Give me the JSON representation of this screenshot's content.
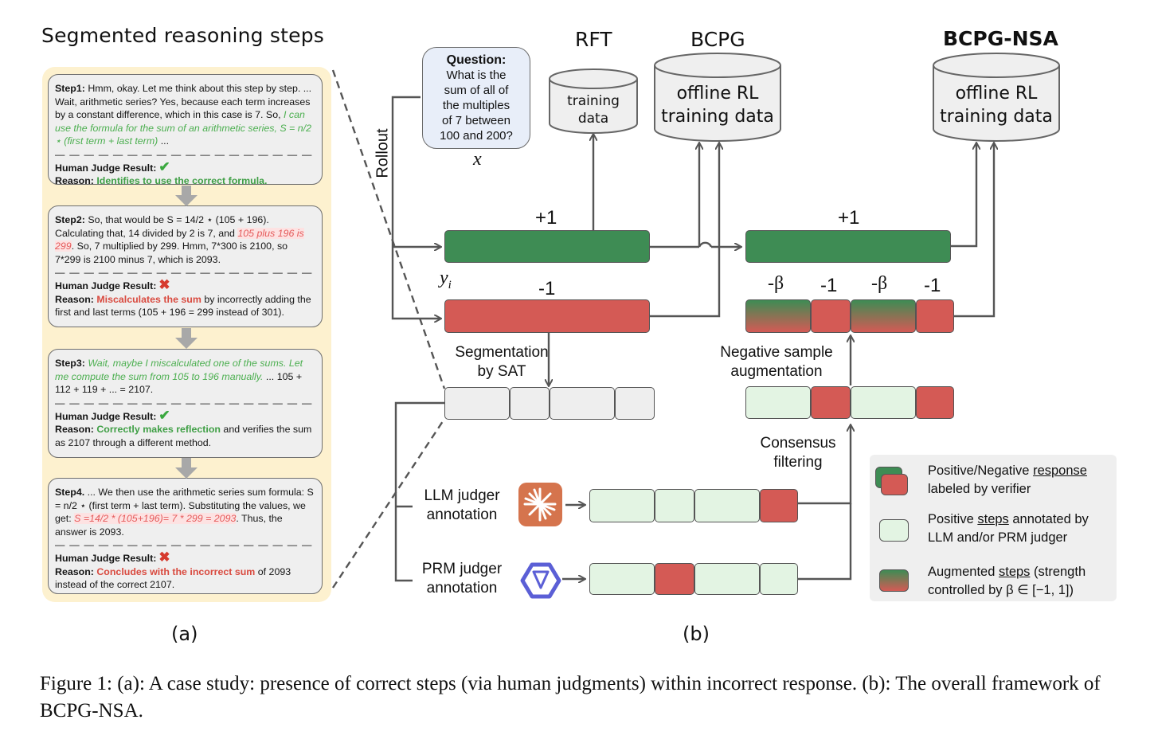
{
  "panel_a": {
    "title": "Segmented reasoning steps",
    "label": "(a)",
    "steps": [
      {
        "name": "Step1:",
        "text_before": " Hmm, okay. Let me think about this step by step. ... Wait, arithmetic series? Yes, because each term increases by a constant difference, which in this case is 7. So, ",
        "highlight": "I can use the formula for the sum of an arithmetic series, S = n/2 ⋆ (first term + last term)",
        "text_after": " ...",
        "dashes": "— — — — — — — — — — — — — — — — — — — — —",
        "judge_label": "Human Judge Result:",
        "judge_mark": "✔",
        "reason_label": "Reason:",
        "reason_highlight": "Identifies to use the correct formula.",
        "reason_rest": ""
      },
      {
        "name": "Step2:",
        "text_before": " So, that would be S = 14/2 ⋆ (105 + 196). Calculating that, 14 divided by 2 is 7, and ",
        "highlight": "105 plus 196 is 299",
        "text_after": ". So, 7 multiplied by 299. Hmm, 7*300 is 2100, so 7*299 is 2100 minus 7, which is 2093.",
        "dashes": "— — — — — — — — — — — — — — — — — — — — —",
        "judge_label": "Human Judge Result:",
        "judge_mark": "✖",
        "reason_label": "Reason:",
        "reason_highlight": "Miscalculates the sum",
        "reason_rest": " by incorrectly adding the first and last terms (105 + 196 = 299 instead of 301)."
      },
      {
        "name": "Step3:",
        "text_before": " ",
        "highlight": "Wait, maybe I miscalculated one of the sums. Let me compute the sum from 105 to 196 manually.",
        "text_after": " ... 105 + 112 + 119 + ... = 2107.",
        "dashes": "— — — — — — — — — — — — — — — — — — — — —",
        "judge_label": "Human Judge Result:",
        "judge_mark": "✔",
        "reason_label": "Reason:",
        "reason_highlight": "Correctly makes reflection",
        "reason_rest": " and verifies the sum as 2107 through a different method."
      },
      {
        "name": "Step4.",
        "text_before": " ... We then use the arithmetic series sum formula: S = n/2 ⋆ (first term + last term). Substituting the values, we get: ",
        "highlight": "S =14/2 * (105+196)= 7 * 299 = 2093",
        "text_after": ". Thus, the answer is 2093.",
        "dashes": "— — — — — — — — — — — — — — — — — — — — —",
        "judge_label": "Human Judge Result:",
        "judge_mark": "✖",
        "reason_label": "Reason:",
        "reason_highlight": "Concludes with the incorrect sum",
        "reason_rest": " of 2093 instead of the correct 2107."
      }
    ]
  },
  "panel_b": {
    "label": "(b)",
    "headers": {
      "rft": "RFT",
      "bcpg": "BCPG",
      "bcpg_nsa": "BCPG-NSA"
    },
    "cylinders": {
      "rft": [
        "training",
        "data"
      ],
      "bcpg": [
        "offline RL",
        "training data"
      ],
      "bcpg_nsa": [
        "offline RL",
        "training data"
      ]
    },
    "question": {
      "title": "Question:",
      "lines": [
        "What is the",
        "sum of all of",
        "the multiples",
        "of 7 between",
        "100 and 200?"
      ],
      "var": "x"
    },
    "rollout": "Rollout",
    "yi": "y",
    "yi_sub": "i",
    "plus_one": "+1",
    "minus_one": "-1",
    "plus_one_right": "+1",
    "aug_labels": [
      "-β",
      "-1",
      "-β",
      "-1"
    ],
    "segmentation": [
      "Segmentation",
      "by SAT"
    ],
    "negative_aug": [
      "Negative sample",
      "augmentation"
    ],
    "consensus": [
      "Consensus",
      "filtering"
    ],
    "llm_judger": [
      "LLM judger",
      "annotation"
    ],
    "prm_judger": [
      "PRM judger",
      "annotation"
    ],
    "legend": {
      "item1_pre": "Positive/Negative ",
      "item1_u": "response",
      "item1_line2": "labeled by verifier",
      "item2_pre": "Positive ",
      "item2_u": "steps",
      "item2_post": " annotated by",
      "item2_line2": "LLM and/or PRM judger",
      "item3_pre": "Augmented ",
      "item3_u": "steps",
      "item3_post": " (strength",
      "item3_line2": "controlled by β ∈ [−1, 1])"
    },
    "colors": {
      "positive": "#3e8c54",
      "negative": "#d45a55",
      "light_positive": "#e3f4e3",
      "segment": "#eeeeee"
    }
  },
  "caption": "Figure 1: (a): A case study: presence of correct steps (via human judgments) within incorrect response. (b): The overall framework of BCPG-NSA."
}
